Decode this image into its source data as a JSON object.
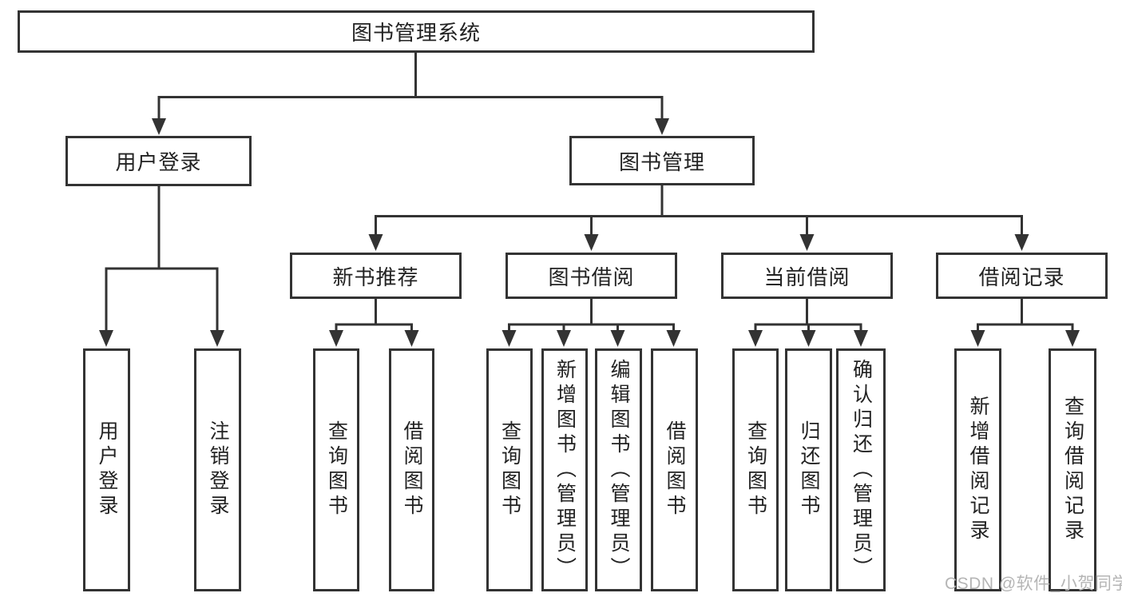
{
  "colors": {
    "line": "#333333",
    "box_border": "#333333",
    "text": "#222222",
    "watermark": "#b5b5b5",
    "background": "#ffffff"
  },
  "tree": {
    "root": {
      "label": "图书管理系统"
    },
    "children": [
      {
        "label": "用户登录",
        "children": [
          {
            "label": "用户登录"
          },
          {
            "label": "注销登录"
          }
        ]
      },
      {
        "label": "图书管理",
        "children": [
          {
            "label": "新书推荐",
            "children": [
              {
                "label": "查询图书"
              },
              {
                "label": "借阅图书"
              }
            ]
          },
          {
            "label": "图书借阅",
            "children": [
              {
                "label": "查询图书"
              },
              {
                "label": "新增图书（管理员）"
              },
              {
                "label": "编辑图书（管理员）"
              },
              {
                "label": "借阅图书"
              }
            ]
          },
          {
            "label": "当前借阅",
            "children": [
              {
                "label": "查询图书"
              },
              {
                "label": "归还图书"
              },
              {
                "label": "确认归还（管理员）"
              }
            ]
          },
          {
            "label": "借阅记录",
            "children": [
              {
                "label": "新增借阅记录"
              },
              {
                "label": "查询借阅记录"
              }
            ]
          }
        ]
      }
    ]
  },
  "watermark": {
    "text": "CSDN @软件_小贺同学"
  }
}
